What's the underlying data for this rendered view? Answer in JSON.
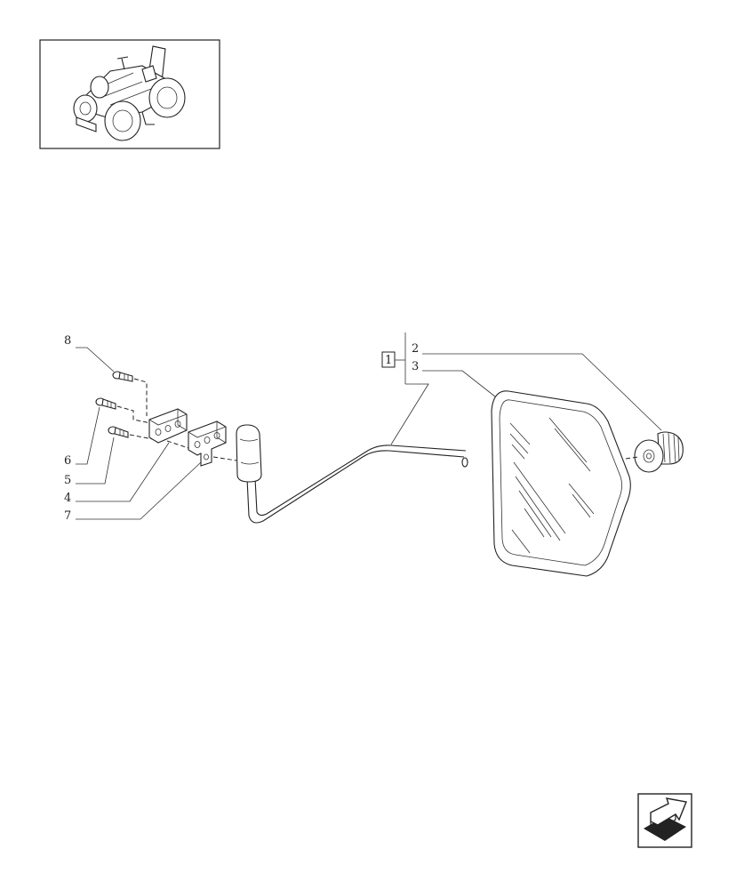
{
  "callouts": {
    "ref_box": "1",
    "c2": "2",
    "c3": "3",
    "c4": "4",
    "c5": "5",
    "c6": "6",
    "c7": "7",
    "c8": "8"
  },
  "icons": {
    "thumbnail": "tractor-thumbnail-icon",
    "navigation": "next-page-arrow-icon"
  }
}
